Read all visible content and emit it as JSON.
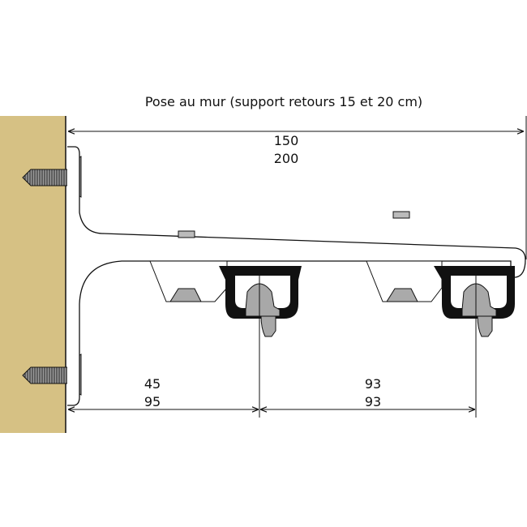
{
  "title": "Pose au mur (support retours 15 et 20 cm)",
  "dimensions": {
    "total": [
      "150",
      "200"
    ],
    "wall_to_first_rail": [
      "45",
      "95"
    ],
    "rail_to_rail": [
      "93",
      "93"
    ]
  },
  "colors": {
    "wall": "#d6c184",
    "rail": "#111111",
    "glider": "#a8a8a8",
    "bracket": "#ffffff"
  }
}
